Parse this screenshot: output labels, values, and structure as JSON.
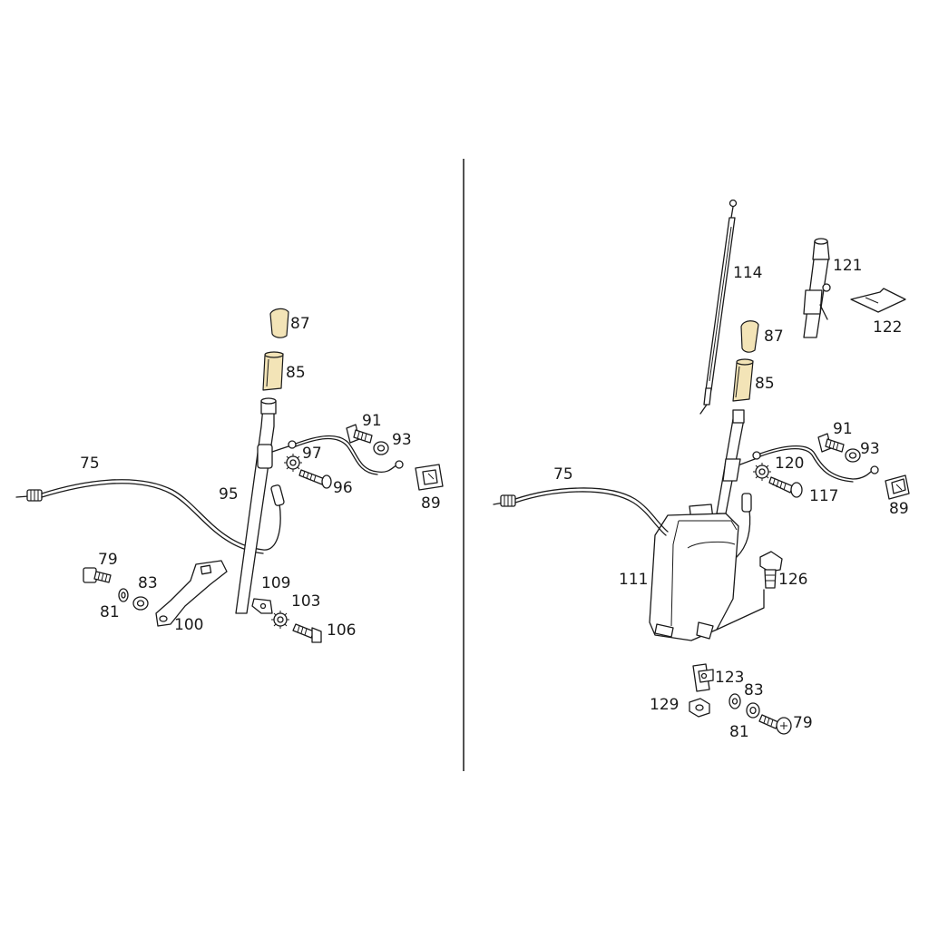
{
  "colors": {
    "highlight": "#f3e4b7",
    "line": "#1a1a1a",
    "background": "#ffffff"
  },
  "left_panel": {
    "callouts": {
      "c75": "75",
      "c79": "79",
      "c81": "81",
      "c83": "83",
      "c85": "85",
      "c87": "87",
      "c89": "89",
      "c91": "91",
      "c93": "93",
      "c95": "95",
      "c96": "96",
      "c97": "97",
      "c100": "100",
      "c103": "103",
      "c106": "106",
      "c109": "109"
    }
  },
  "right_panel": {
    "callouts": {
      "c75": "75",
      "c79": "79",
      "c81": "81",
      "c83": "83",
      "c85": "85",
      "c87": "87",
      "c89": "89",
      "c91": "91",
      "c93": "93",
      "c111": "111",
      "c114": "114",
      "c117": "117",
      "c120": "120",
      "c121": "121",
      "c122": "122",
      "c123": "123",
      "c126": "126",
      "c129": "129"
    }
  }
}
